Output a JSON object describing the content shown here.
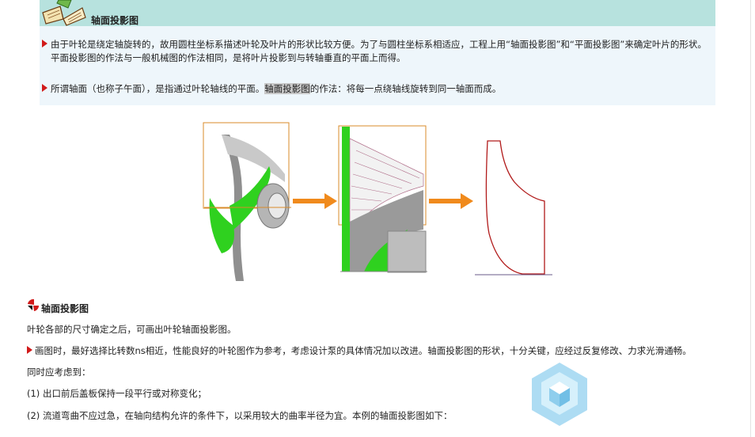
{
  "header": {
    "title": "轴面投影图",
    "icon": "open-book-icon"
  },
  "intro": {
    "p1": "由于叶轮是绕定轴旋转的，故用圆柱坐标系描述叶轮及叶片的形状比较方便。为了与圆柱坐标系相适应，工程上用“轴面投影图”和“平面投影图”来确定叶片的形状。平面投影图的作法与一般机械图的作法相同，是将叶片投影到与转轴垂直的平面上而得。",
    "p2_before": "所谓轴面（也称子午面），是指通过叶轮轴线的平面。",
    "p2_highlight": "轴面投影图",
    "p2_after": "的作法：将每一点绕轴线旋转到同一轴面而成。"
  },
  "figure": {
    "panels": [
      "impeller-3d-view",
      "meridional-section-view",
      "meridional-outline"
    ],
    "arrow_color": "#f08a1c",
    "accent_green": "#2fd11f",
    "outline_red": "#b11a1a"
  },
  "section": {
    "title": "轴面投影图",
    "icon": "red-bullet-icon",
    "lines": [
      "叶轮各部的尺寸确定之后，可画出叶轮轴面投影图。",
      "画图时，最好选择比转数ns相近，性能良好的叶轮图作为参考，考虑设计泵的具体情况加以改进。轴面投影图的形状，十分关键，应经过反复修改、力求光滑通畅。",
      "同时应考虑到：",
      "(1) 出口前后盖板保持一段平行或对称变化；",
      "(2) 流道弯曲不应过急，在轴向结构允许的条件下，以采用较大的曲率半径为宜。本例的轴面投影图如下："
    ]
  },
  "watermark": {
    "icon": "cube-logo-icon"
  }
}
